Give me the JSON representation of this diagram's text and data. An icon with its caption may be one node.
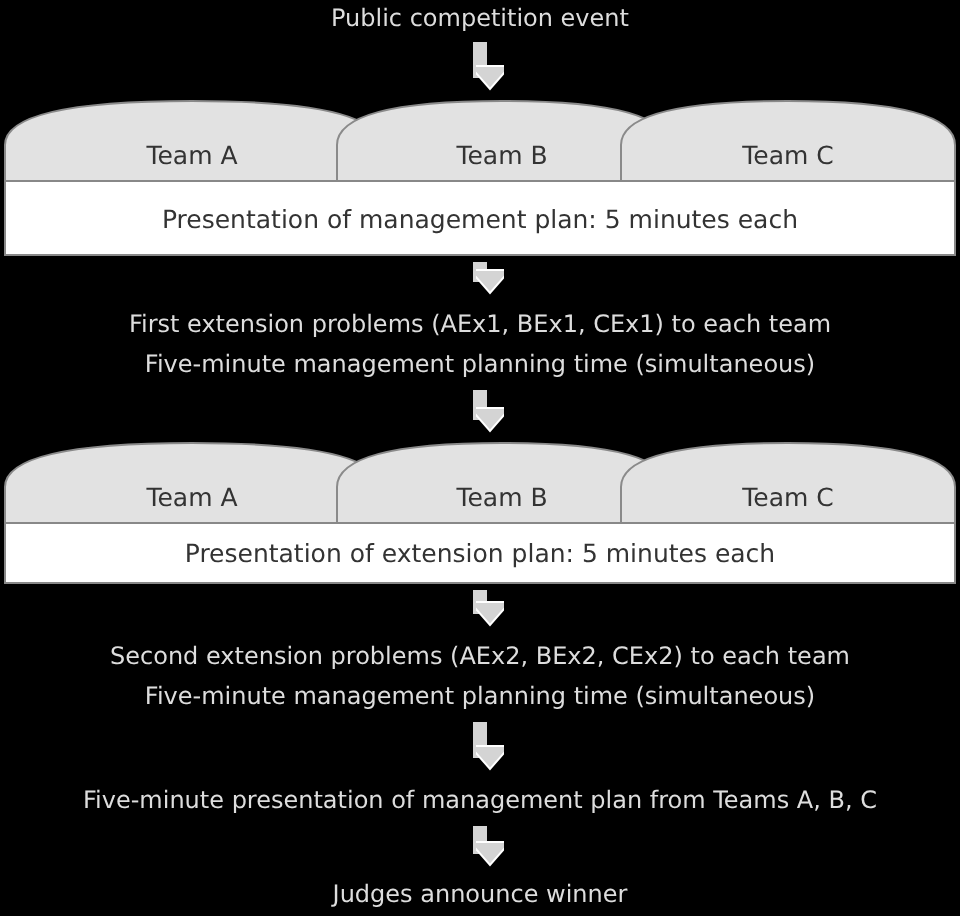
{
  "diagram": {
    "nodes": [
      {
        "text": [
          "Public competition event"
        ]
      },
      {
        "text": [
          "Team A"
        ]
      },
      {
        "text": [
          "Team B"
        ]
      },
      {
        "text": [
          "Team C"
        ]
      },
      {
        "text": [
          "Presentation of management plan: 5 minutes each"
        ]
      },
      {
        "text": [
          "First extension problems (AEx1, BEx1, CEx1) to each team",
          "Five-minute management planning time (simultaneous)"
        ]
      },
      {
        "text": [
          "Team A"
        ]
      },
      {
        "text": [
          "Team B"
        ]
      },
      {
        "text": [
          "Team C"
        ]
      },
      {
        "text": [
          "Presentation of extension plan: 5 minutes each"
        ]
      },
      {
        "text": [
          "Second extension problems (AEx2, BEx2, CEx2) to each team",
          "Five-minute management planning time (simultaneous)"
        ]
      },
      {
        "text": [
          "Five-minute presentation of management plan from Teams A, B, C"
        ]
      },
      {
        "text": [
          "Judges announce winner"
        ]
      }
    ],
    "edges": [
      {
        "from": 0,
        "to": 2,
        "arrow": "to"
      },
      {
        "from": 4,
        "to": 5,
        "arrow": "to"
      },
      {
        "from": 5,
        "to": 7,
        "arrow": "to"
      },
      {
        "from": 9,
        "to": 10,
        "arrow": "to"
      },
      {
        "from": 10,
        "to": 11,
        "arrow": "to"
      },
      {
        "from": 11,
        "to": 12,
        "arrow": "to"
      }
    ]
  }
}
